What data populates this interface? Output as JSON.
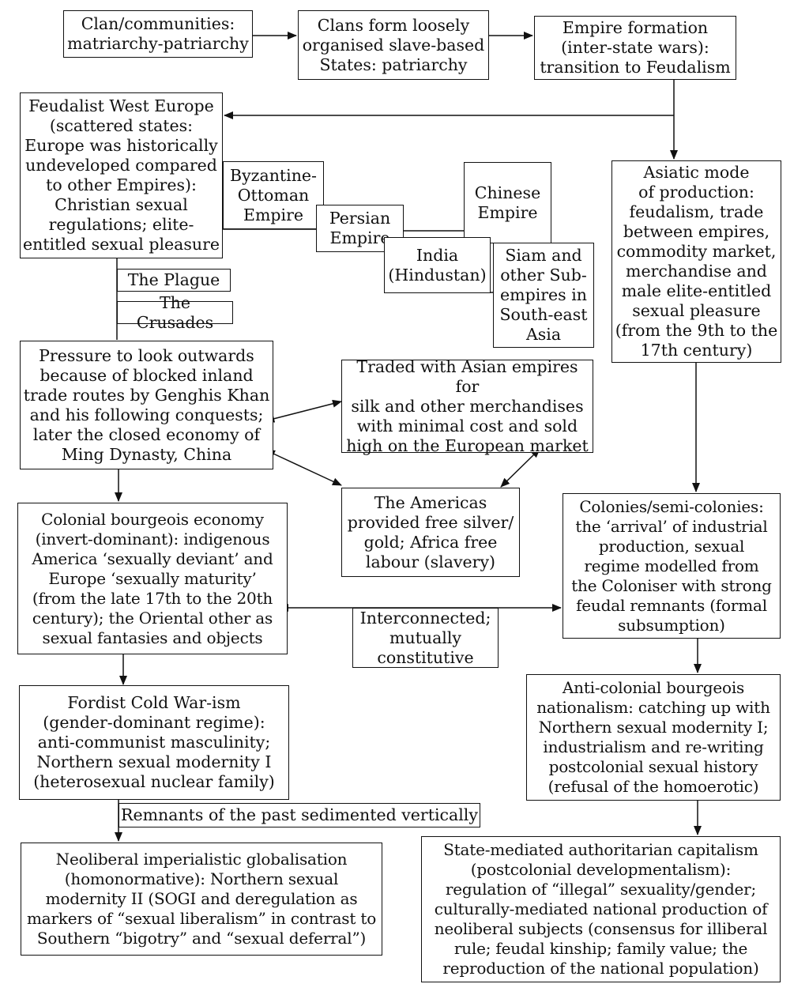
{
  "nodes": {
    "clan": "Clan/communities:\nmatriarchy-patriarchy",
    "clans_form": "Clans form loosely\norganised slave-based\nStates: patriarchy",
    "empire_formation": "Empire formation\n(inter-state wars):\ntransition to Feudalism",
    "feudalist_west": "Feudalist West Europe\n(scattered states:\nEurope was historically\nundeveloped compared\nto other Empires):\nChristian sexual\nregulations; elite-\nentitled sexual pleasure",
    "byzantine": "Byzantine-\nOttoman\nEmpire",
    "persian": "Persian\nEmpire",
    "chinese": "Chinese\nEmpire",
    "india": "India\n(Hindustan)",
    "siam": "Siam and\nother Sub-\nempires in\nSouth-east\nAsia",
    "asiatic": "Asiatic mode\nof production:\nfeudalism, trade\nbetween empires,\ncommodity market,\nmerchandise and\nmale elite-entitled\nsexual pleasure\n(from the 9th to the\n17th century)",
    "plague": "The Plague",
    "crusades": "The Crusades",
    "pressure": "Pressure to look outwards\nbecause of blocked inland\ntrade routes by Genghis Khan\nand his following conquests;\nlater the closed economy of\nMing Dynasty, China",
    "traded": "Traded with Asian empires for\nsilk and other merchandises\nwith minimal cost and sold\nhigh on the European market",
    "americas": "The Americas\nprovided free silver/\ngold; Africa free\nlabour (slavery)",
    "colonial_bourgeois": "Colonial bourgeois economy\n(invert-dominant): indigenous\nAmerica ‘sexually deviant’ and\nEurope ‘sexually maturity’\n(from the late 17th to the 20th\ncentury); the Oriental other as\nsexual fantasies and objects",
    "colonies": "Colonies/semi-colonies:\nthe ‘arrival’ of industrial\nproduction, sexual\nregime modelled from\nthe Coloniser with strong\nfeudal remnants (formal\nsubsumption)",
    "interconnected": "Interconnected;\nmutually\nconstitutive",
    "fordist": "Fordist Cold War-ism\n(gender-dominant regime):\nanti-communist masculinity;\nNorthern sexual modernity I\n(heterosexual nuclear family)",
    "anticolonial": "Anti-colonial bourgeois\nnationalism: catching up with\nNorthern sexual modernity I;\nindustrialism and re-writing\npostcolonial sexual history\n(refusal of the homoerotic)",
    "remnants": "Remnants of the past sedimented vertically",
    "neoliberal": "Neoliberal imperialistic globalisation\n(homonormative): Northern sexual\nmodernity II (SOGI and deregulation as\nmarkers of “sexual liberalism” in contrast to\nSouthern “bigotry” and “sexual deferral”)",
    "state_mediated": "State-mediated authoritarian capitalism\n(postcolonial developmentalism):\nregulation of “illegal” sexuality/gender;\nculturally-mediated national production of\nneoliberal subjects (consensus for illiberal\nrule; feudal kinship; family value; the\nreproduction of the national population)"
  },
  "colors": {
    "stroke": "#111111",
    "fill": "#ffffff"
  }
}
